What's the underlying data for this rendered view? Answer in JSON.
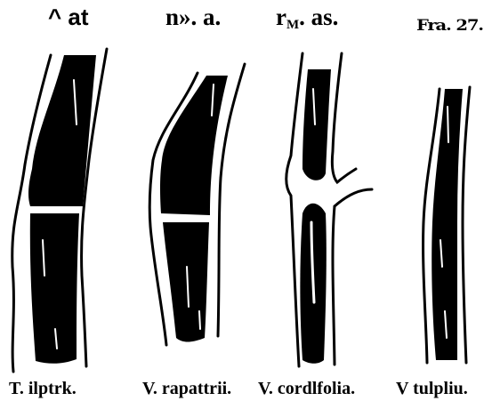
{
  "plate": {
    "headers": {
      "fig1": "^ at",
      "fig2": "n». a.",
      "fig3_main": "r",
      "fig3_sub": "M",
      "fig3_rest": ". as.",
      "fig4": "Fra. 27."
    },
    "captions": {
      "fig1": "T. ilptrk.",
      "fig2": "V.  rapattrii.",
      "fig3": "V. cordlfolia.",
      "fig4": "V  tulpliu."
    },
    "colors": {
      "ink": "#000000",
      "paper": "#ffffff"
    }
  }
}
